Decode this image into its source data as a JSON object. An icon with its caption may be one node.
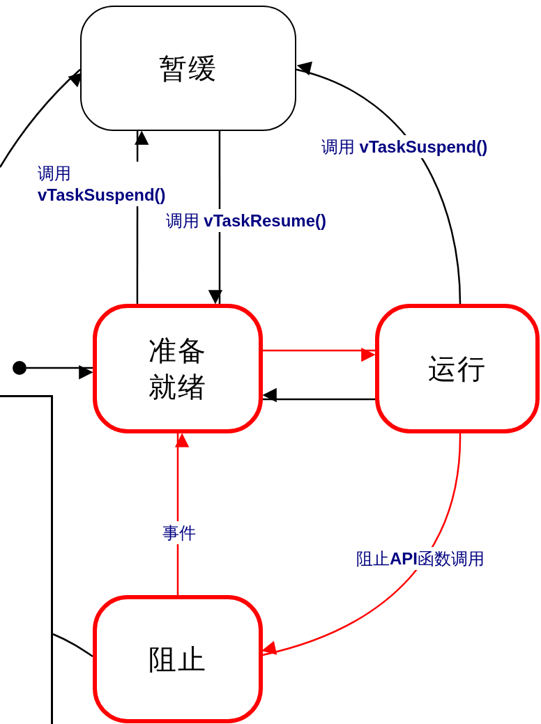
{
  "diagram": {
    "nodes": [
      {
        "text": [
          "暂缓"
        ]
      },
      {
        "text": [
          "准备就绪"
        ]
      },
      {
        "text": [
          "运行"
        ]
      },
      {
        "text": [
          "阻止"
        ]
      },
      {
        "text": [],
        "shape": "circle"
      },
      {
        "text": [],
        "shape": "box"
      }
    ],
    "edges": [
      {
        "from": 1,
        "to": 0,
        "arrow": "to",
        "label": "调用 **vTaskSuspend()**"
      },
      {
        "from": 0,
        "to": 1,
        "arrow": "to",
        "label": "调用 **vTaskResume()**"
      },
      {
        "from": 2,
        "to": 0,
        "arrow": "to",
        "label": "调用 **vTaskSuspend()**"
      },
      {
        "from": 1,
        "to": 2,
        "arrow": "to",
        "color": "#ff0000"
      },
      {
        "from": 2,
        "to": 1,
        "arrow": "to"
      },
      {
        "from": 3,
        "to": 1,
        "arrow": "to",
        "label": "事件",
        "color": "#ff0000"
      },
      {
        "from": 2,
        "to": 3,
        "arrow": "to",
        "label": "阻止**API**函数调用",
        "color": "#ff0000"
      },
      {
        "from": 4,
        "to": 1,
        "arrow": "to"
      },
      {
        "from": null,
        "to": 0,
        "arrow": "to"
      },
      {
        "from": 5,
        "to": 3,
        "arrow": "none"
      }
    ]
  }
}
